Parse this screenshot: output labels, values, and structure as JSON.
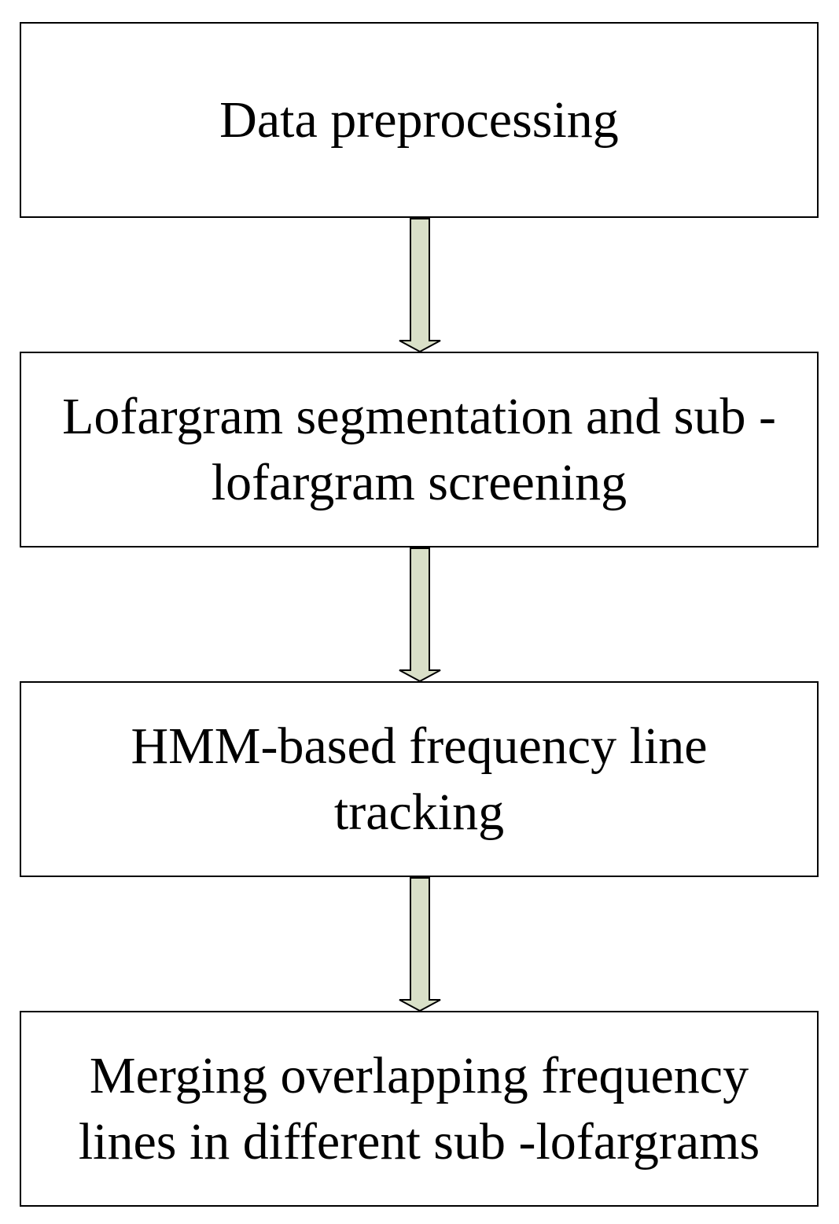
{
  "colors": {
    "box_border": "#000000",
    "box_fill": "#ffffff",
    "arrow_fill": "#d9e0c8",
    "arrow_stroke": "#000000",
    "text": "#000000"
  },
  "steps": [
    {
      "lines": [
        "Data preprocessing"
      ]
    },
    {
      "lines": [
        "Lofargram segmentation and sub -",
        "lofargram screening"
      ]
    },
    {
      "lines": [
        "HMM-based frequency line",
        "tracking"
      ]
    },
    {
      "lines": [
        "Merging overlapping frequency",
        "lines in different sub -lofargrams"
      ]
    }
  ],
  "connectors": [
    {
      "from": 1,
      "to": 2,
      "icon": "down-arrow-icon"
    },
    {
      "from": 2,
      "to": 3,
      "icon": "down-arrow-icon"
    },
    {
      "from": 3,
      "to": 4,
      "icon": "down-arrow-icon"
    }
  ]
}
